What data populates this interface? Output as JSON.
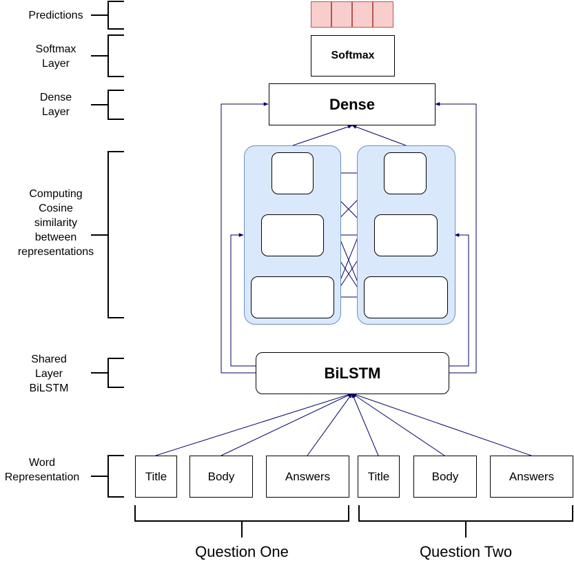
{
  "layers": [
    {
      "id": "predictions",
      "label": "Predictions"
    },
    {
      "id": "softmax",
      "label": "Softmax\nLayer"
    },
    {
      "id": "dense",
      "label": "Dense\nLayer"
    },
    {
      "id": "cosine",
      "label": "Computing\nCosine\nsimilarity\nbetween\nrepresentations"
    },
    {
      "id": "shared",
      "label": "Shared\nLayer\nBiLSTM"
    },
    {
      "id": "word",
      "label": "Word\nRepresentation"
    }
  ],
  "blocks": {
    "softmax": "Softmax",
    "dense": "Dense",
    "bilstm": "BiLSTM"
  },
  "inputs": {
    "question_one": [
      "Title",
      "Body",
      "Answers"
    ],
    "question_two": [
      "Title",
      "Body",
      "Answers"
    ]
  },
  "groups": {
    "question_one": "Question One",
    "question_two": "Question Two"
  },
  "prediction_cells": 4,
  "colors": {
    "prediction_fill": "#f8cecc",
    "prediction_stroke": "#b85450",
    "panel_fill": "#dae8fc",
    "panel_stroke": "#6c8ebf",
    "arrow": "#000066"
  }
}
